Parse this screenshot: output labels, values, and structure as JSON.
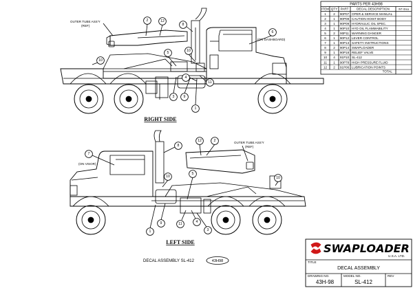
{
  "parts_table": {
    "title": "PARTS PER 43H98",
    "headers": [
      "ITEM",
      "QTY",
      "PART",
      "DECAL DESCRIPTION",
      "WT-lb/ea"
    ],
    "rows": [
      [
        "1",
        "2",
        "90P07",
        "OPER & SERVICE MANUAL"
      ],
      [
        "2",
        "1",
        "90P08",
        "CAUTION HOIST BODY"
      ],
      [
        "3",
        "1",
        "90P09",
        "HYDRAULIC OIL SPEC."
      ],
      [
        "4",
        "1",
        "90P10",
        "HYD OIL FLAMMABILITY"
      ],
      [
        "5",
        "2",
        "90P11",
        "WARNING DANGER"
      ],
      [
        "6",
        "1",
        "90P12",
        "LEVER CONTROL"
      ],
      [
        "7",
        "1",
        "90P13",
        "SAFETY INSTRUCTIONS"
      ],
      [
        "8",
        "2",
        "90P14",
        "SWAPLOADER"
      ],
      [
        "9",
        "1",
        "90P18",
        "RELIEF VALVE"
      ],
      [
        "10",
        "4",
        "91P10",
        "SL-412"
      ],
      [
        "11",
        "1",
        "90P78",
        "HIGH PRESSURE FLUID"
      ],
      [
        "12",
        "2",
        "91P06",
        "LUBRICATION POINTS"
      ]
    ],
    "total_label": "TOTAL"
  },
  "right_view": {
    "caption": "RIGHT SIDE",
    "note_outer_tube": [
      "OUTER TUBE ASS'Y",
      "(REF)"
    ],
    "note_dashboard": "(ON DASHBOARD)",
    "callouts": [
      "1",
      "2",
      "3",
      "4",
      "5",
      "6",
      "8",
      "9",
      "10",
      "10",
      "11",
      "12"
    ]
  },
  "left_view": {
    "caption": "LEFT SIDE",
    "note_outer_tube": [
      "OUTER TUBE ASS'Y",
      "(REF)"
    ],
    "note_visor": "(ON VISOR)",
    "callouts": [
      "1",
      "2",
      "3",
      "4",
      "5",
      "7",
      "8",
      "9",
      "10",
      "10",
      "11",
      "12"
    ]
  },
  "assembly_label": "DECAL ASSEMBLY SL-412",
  "assembly_ref": "43H98",
  "title_block": {
    "company": "SWAPLOADER",
    "company_sub": "U.S.A. LTD.",
    "title_label": "TITLE",
    "title": "DECAL ASSEMBLY",
    "drawing_no_label": "DRAWING NO.",
    "drawing_no": "43H-98",
    "model_no_label": "MODEL NO.",
    "model_no": "SL-412",
    "rev_label": "REV"
  }
}
